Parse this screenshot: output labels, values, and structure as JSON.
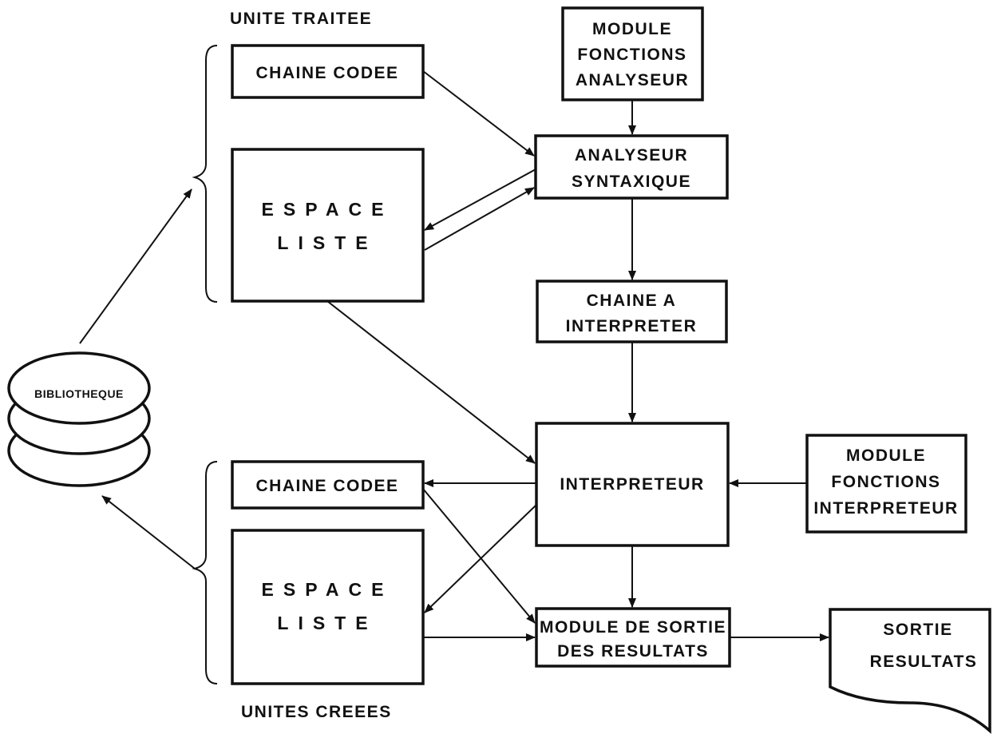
{
  "labels": {
    "unite_traitee": "UNITE TRAITEE",
    "unites_creees": "UNITES CREEES"
  },
  "boxes": {
    "module_analyseur": [
      "MODULE",
      "FONCTIONS",
      "ANALYSEUR"
    ],
    "chaine_codee_top": [
      "CHAINE CODEE"
    ],
    "analyseur": [
      "ANALYSEUR",
      "SYNTAXIQUE"
    ],
    "espace_liste_top": [
      "ESPACE",
      "LISTE"
    ],
    "chaine_a_interpreter": [
      "CHAINE A",
      "INTERPRETER"
    ],
    "interpreteur": [
      "INTERPRETEUR"
    ],
    "module_interpreteur": [
      "MODULE",
      "FONCTIONS",
      "INTERPRETEUR"
    ],
    "chaine_codee_bottom": [
      "CHAINE CODEE"
    ],
    "espace_liste_bottom": [
      "ESPACE",
      "LISTE"
    ],
    "module_sortie": [
      "MODULE DE SORTIE",
      "DES RESULTATS"
    ],
    "sortie_resultats": [
      "SORTIE",
      "RESULTATS"
    ]
  },
  "bibliotheque": "BIBLIOTHEQUE",
  "colors": {
    "ink": "#111111",
    "paper": "#ffffff"
  }
}
